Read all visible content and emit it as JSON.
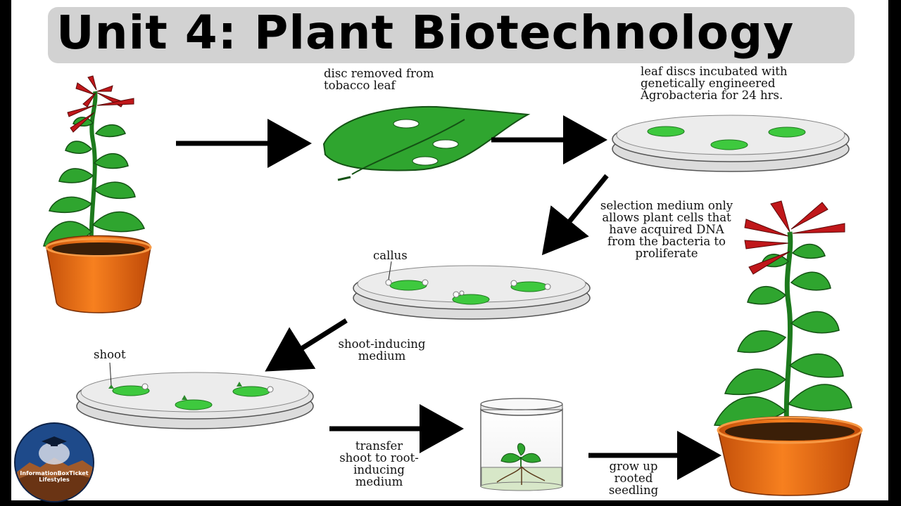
{
  "title": "Unit 4: Plant Biotechnology",
  "steps": {
    "disc_removed": [
      "disc removed from",
      "tobacco leaf"
    ],
    "incubated": [
      "leaf discs incubated with",
      "genetically engineered",
      "Agrobacteria for 24 hrs."
    ],
    "selection": [
      "selection medium only",
      "allows plant cells that",
      "have acquired DNA",
      "from the bacteria to",
      "proliferate"
    ],
    "callus": "callus",
    "shoot_inducing": [
      "shoot-inducing",
      "medium"
    ],
    "shoot": "shoot",
    "transfer": [
      "transfer",
      "shoot to root-",
      "inducing",
      "medium"
    ],
    "grow": [
      "grow up",
      "rooted",
      "seedling"
    ]
  },
  "logo": {
    "name": "InformationBoxTicket",
    "sub": "Lifestyles"
  },
  "colors": {
    "leaf_green": "#2fa52f",
    "disc_green": "#3ec93e",
    "flower_red": "#c0171a",
    "pot_orange": "#e8650f",
    "title_bg": "#d2d2d2"
  }
}
